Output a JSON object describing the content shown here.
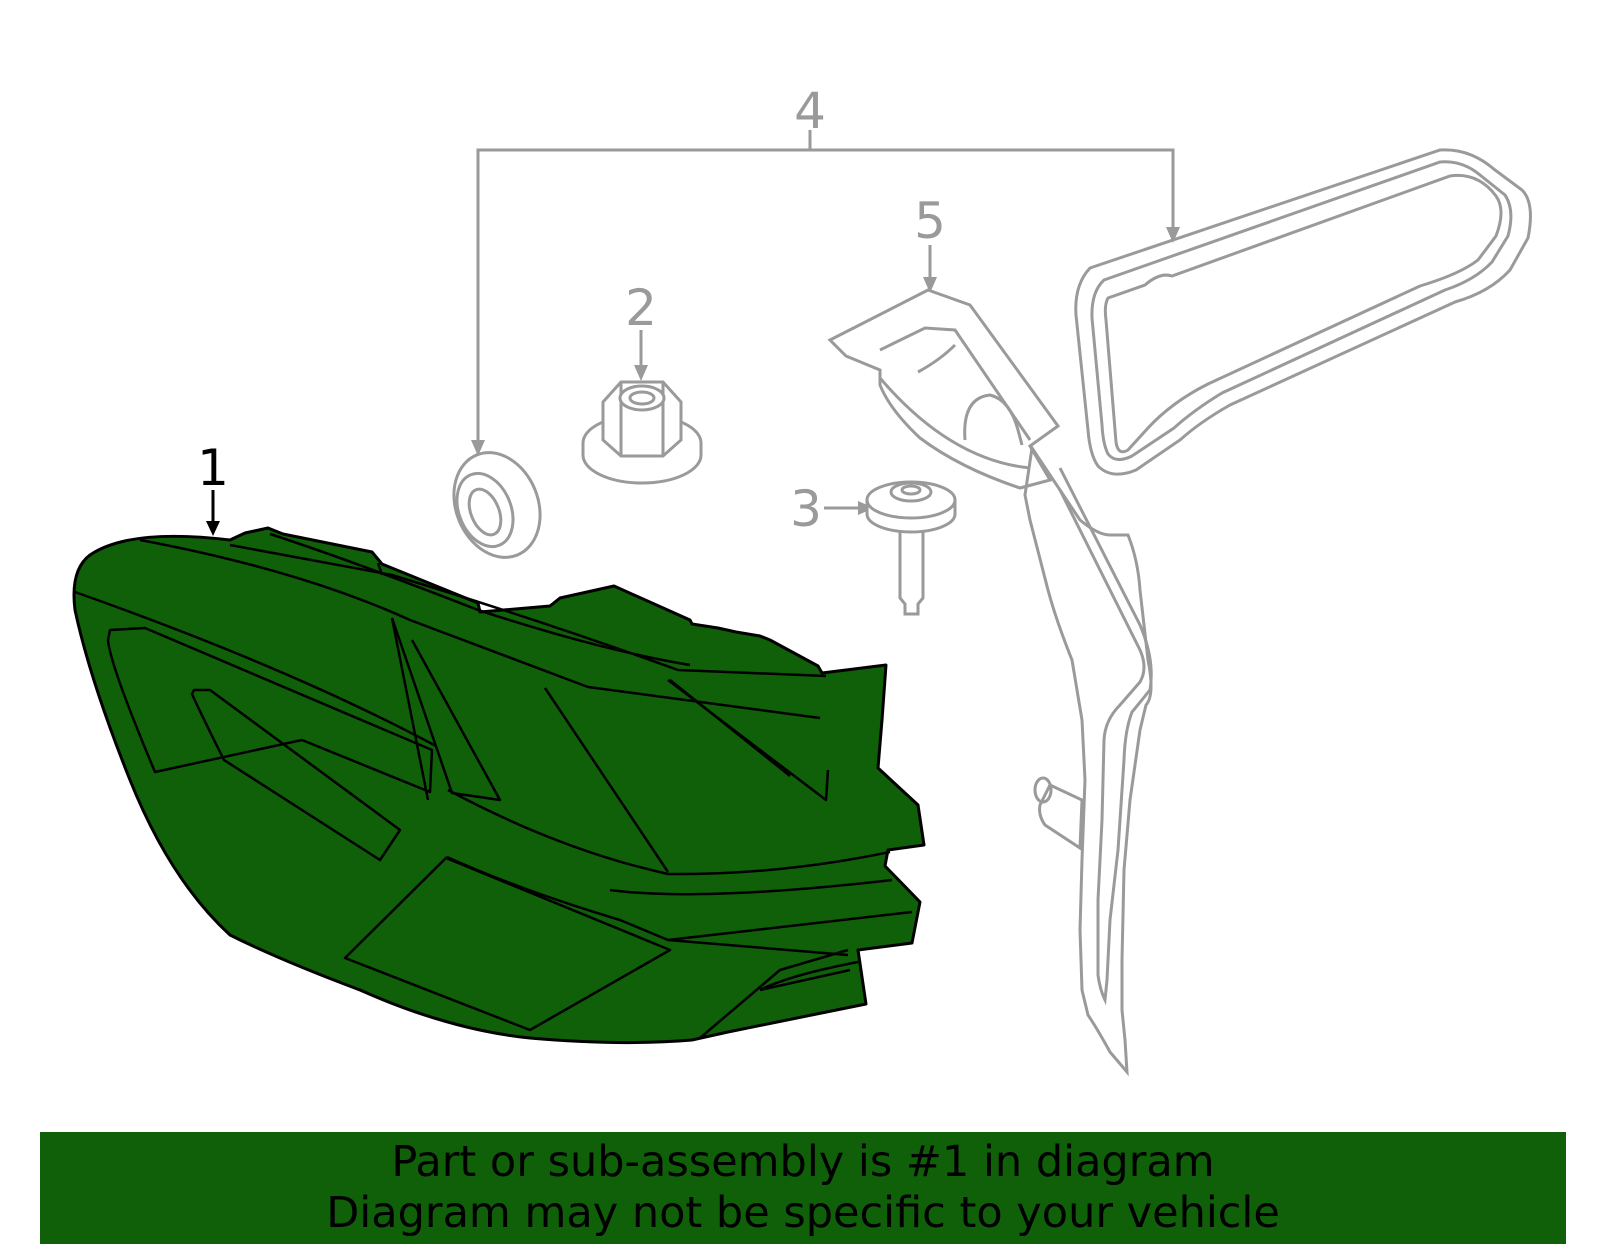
{
  "colors": {
    "highlight": "#0f6008",
    "part_outline": "#000000",
    "other_parts": "#9a9a9a",
    "banner_bg": "#0f6008",
    "banner_text": "#000000"
  },
  "callouts": {
    "c1": "1",
    "c2": "2",
    "c3": "3",
    "c4": "4",
    "c5": "5"
  },
  "banner": {
    "line1": "Part or sub-assembly is #1 in diagram",
    "line2": "Diagram may not be specific to your vehicle"
  }
}
